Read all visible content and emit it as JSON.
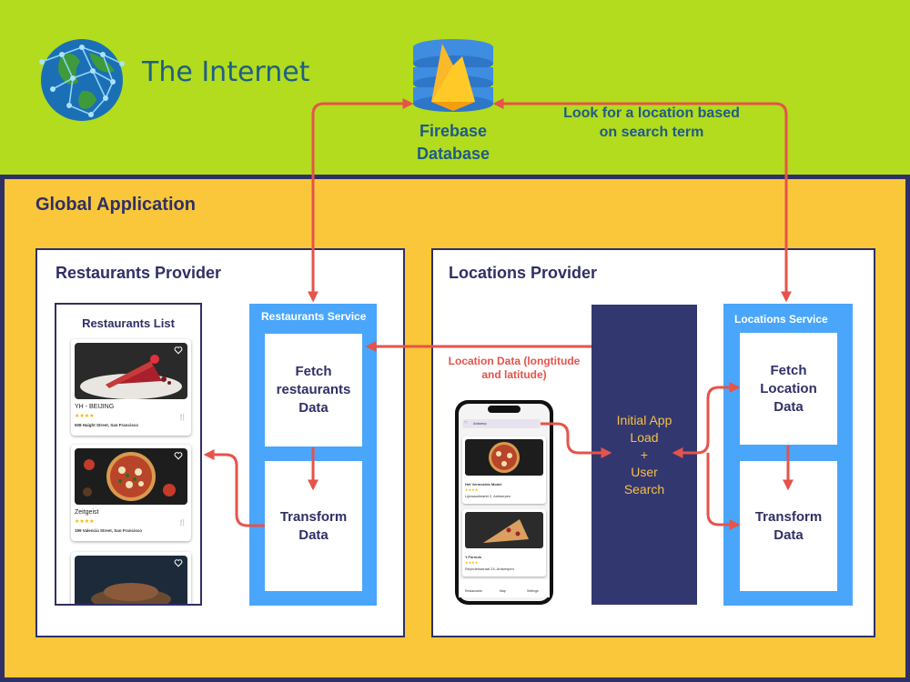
{
  "internet": {
    "title": "The Internet"
  },
  "database": {
    "line1": "Firebase",
    "line2": "Database"
  },
  "search_note": {
    "line1": "Look for a location based",
    "line2": "on search term"
  },
  "global_app": {
    "title": "Global Application"
  },
  "restaurants_provider": {
    "title": "Restaurants Provider",
    "list_title": "Restaurants List",
    "cards": [
      {
        "name": "YH - BEIJING",
        "stars": "★★★★",
        "address": "508 Haight Street, San Francisco",
        "fork": "🍴"
      },
      {
        "name": "Zeitgeist",
        "stars": "★★★★",
        "address": "199 Valencia Street, San Francisco",
        "fork": "🍴"
      }
    ],
    "service": {
      "title": "Restaurants Service",
      "fetch": [
        "Fetch",
        "restaurants",
        "Data"
      ],
      "transform": [
        "Transform",
        "Data"
      ]
    }
  },
  "locations_provider": {
    "title": "Locations Provider",
    "location_data": {
      "line1": "Location Data (longtitude",
      "line2": "and latitude)"
    },
    "initial": [
      "Initial App",
      "Load",
      "+",
      "User",
      "Search"
    ],
    "phone": {
      "search_value": "Antwerp",
      "cards": [
        {
          "name": "Het Vermoeide Model",
          "stars": "★★★★",
          "address": "Lijnwaadmarkt 2, Antwerpen"
        },
        {
          "name": "'t Fornuis",
          "stars": "★★★★",
          "address": "Reyndersstraat 24, Antwerpen"
        }
      ],
      "nav": [
        "Restaurants",
        "Map",
        "Settings"
      ]
    },
    "service": {
      "title": "Locations Service",
      "fetch": [
        "Fetch",
        "Location",
        "Data"
      ],
      "transform": [
        "Transform",
        "Data"
      ]
    }
  },
  "colors": {
    "internet": "#b2dc1d",
    "app": "#fac73a",
    "navy": "#2f3066",
    "service": "#4aa6fb",
    "arrow": "#e6534a",
    "initial_text": "#f5c045"
  },
  "icons": {
    "globe": "globe-network-icon",
    "database": "firebase-database-icon",
    "heart": "heart-icon",
    "fork": "fork-knife-icon"
  }
}
